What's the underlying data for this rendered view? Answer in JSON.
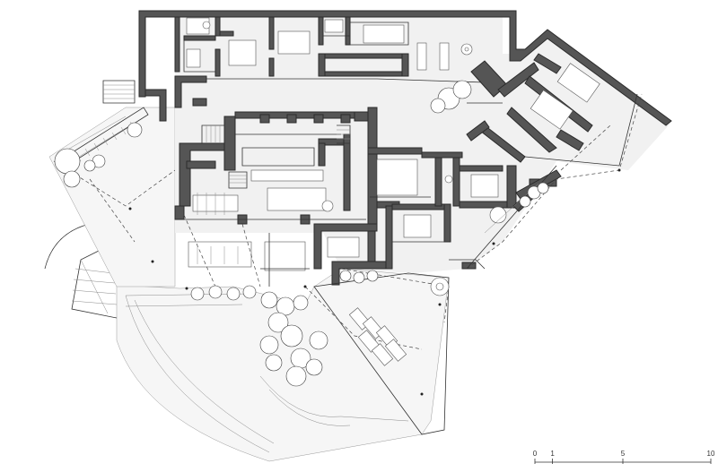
{
  "scale_bar": {
    "labels": [
      "0",
      "1",
      "5",
      "10"
    ],
    "values": [
      0,
      1,
      5,
      10
    ]
  }
}
